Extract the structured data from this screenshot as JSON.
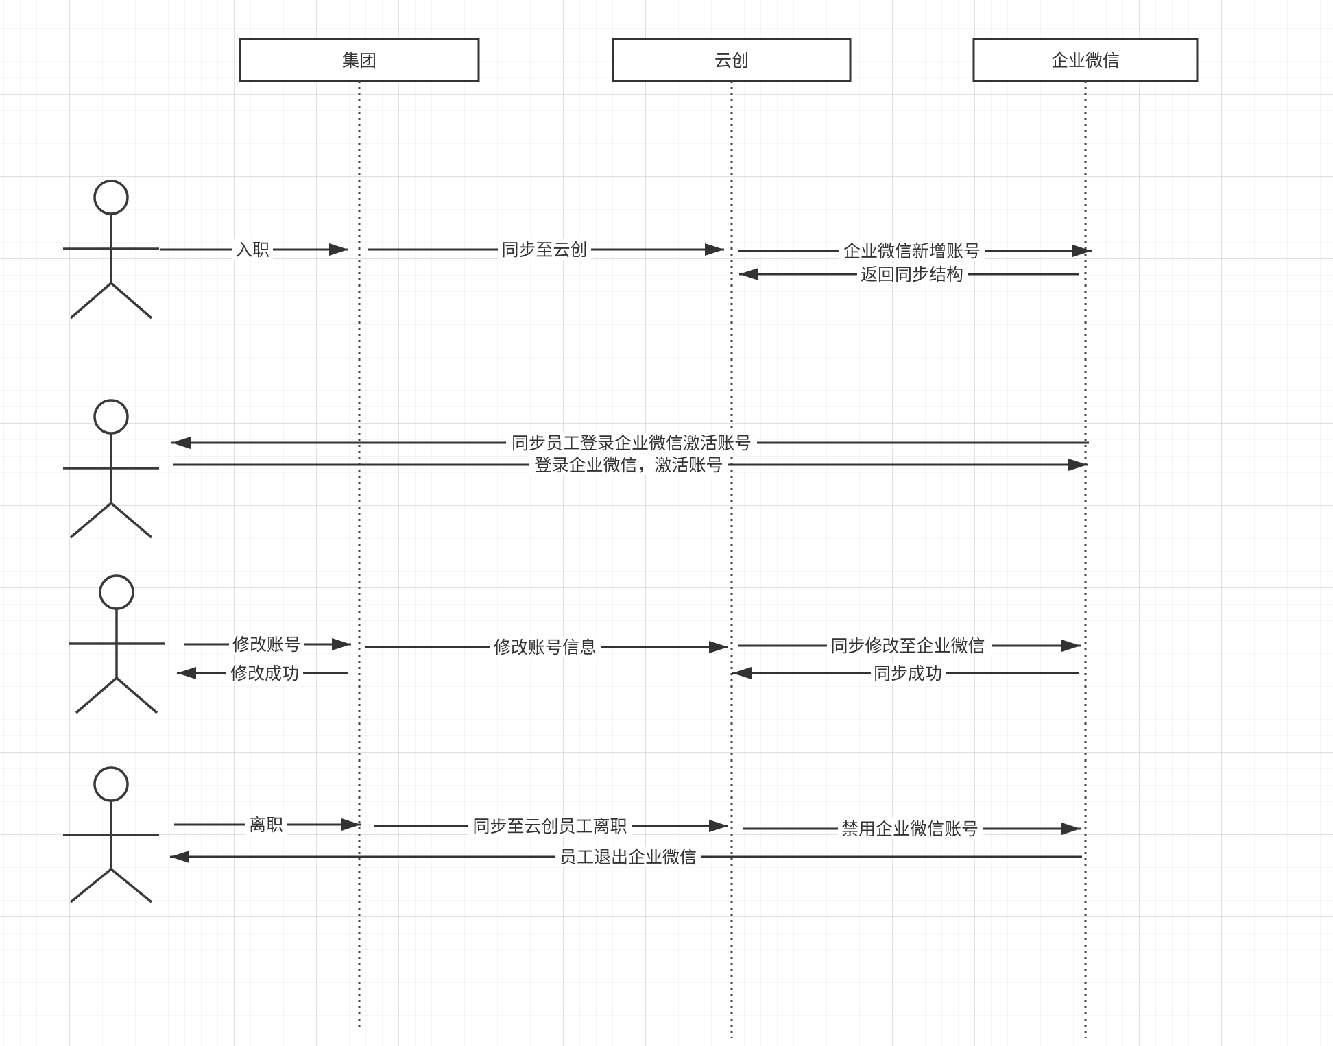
{
  "lifelines": [
    {
      "id": "group",
      "label": "集团"
    },
    {
      "id": "yunchuang",
      "label": "云创"
    },
    {
      "id": "wework",
      "label": "企业微信"
    }
  ],
  "actors": [
    {
      "id": "actor-1",
      "scenario": "onboarding"
    },
    {
      "id": "actor-2",
      "scenario": "activation"
    },
    {
      "id": "actor-3",
      "scenario": "modification"
    },
    {
      "id": "actor-4",
      "scenario": "offboarding"
    }
  ],
  "messages": [
    {
      "id": "msg-onboard",
      "label": "入职",
      "from": "actor-1",
      "to": "group"
    },
    {
      "id": "msg-sync-to-yunchuang",
      "label": "同步至云创",
      "from": "group",
      "to": "yunchuang"
    },
    {
      "id": "msg-add-account",
      "label": "企业微信新增账号",
      "from": "yunchuang",
      "to": "wework"
    },
    {
      "id": "msg-return-sync",
      "label": "返回同步结构",
      "from": "wework",
      "to": "yunchuang"
    },
    {
      "id": "msg-notify-activate",
      "label": "同步员工登录企业微信激活账号",
      "from": "wework",
      "to": "actor-2"
    },
    {
      "id": "msg-login-activate",
      "label": "登录企业微信，激活账号",
      "from": "actor-2",
      "to": "wework"
    },
    {
      "id": "msg-modify-account",
      "label": "修改账号",
      "from": "actor-3",
      "to": "group"
    },
    {
      "id": "msg-modify-success",
      "label": "修改成功",
      "from": "group",
      "to": "actor-3"
    },
    {
      "id": "msg-modify-info",
      "label": "修改账号信息",
      "from": "group",
      "to": "yunchuang"
    },
    {
      "id": "msg-sync-modify",
      "label": "同步修改至企业微信",
      "from": "yunchuang",
      "to": "wework"
    },
    {
      "id": "msg-sync-success",
      "label": "同步成功",
      "from": "wework",
      "to": "yunchuang"
    },
    {
      "id": "msg-resign",
      "label": "离职",
      "from": "actor-4",
      "to": "group"
    },
    {
      "id": "msg-sync-resign",
      "label": "同步至云创员工离职",
      "from": "group",
      "to": "yunchuang"
    },
    {
      "id": "msg-disable-account",
      "label": "禁用企业微信账号",
      "from": "yunchuang",
      "to": "wework"
    },
    {
      "id": "msg-employee-exit",
      "label": "员工退出企业微信",
      "from": "wework",
      "to": "actor-4"
    }
  ]
}
